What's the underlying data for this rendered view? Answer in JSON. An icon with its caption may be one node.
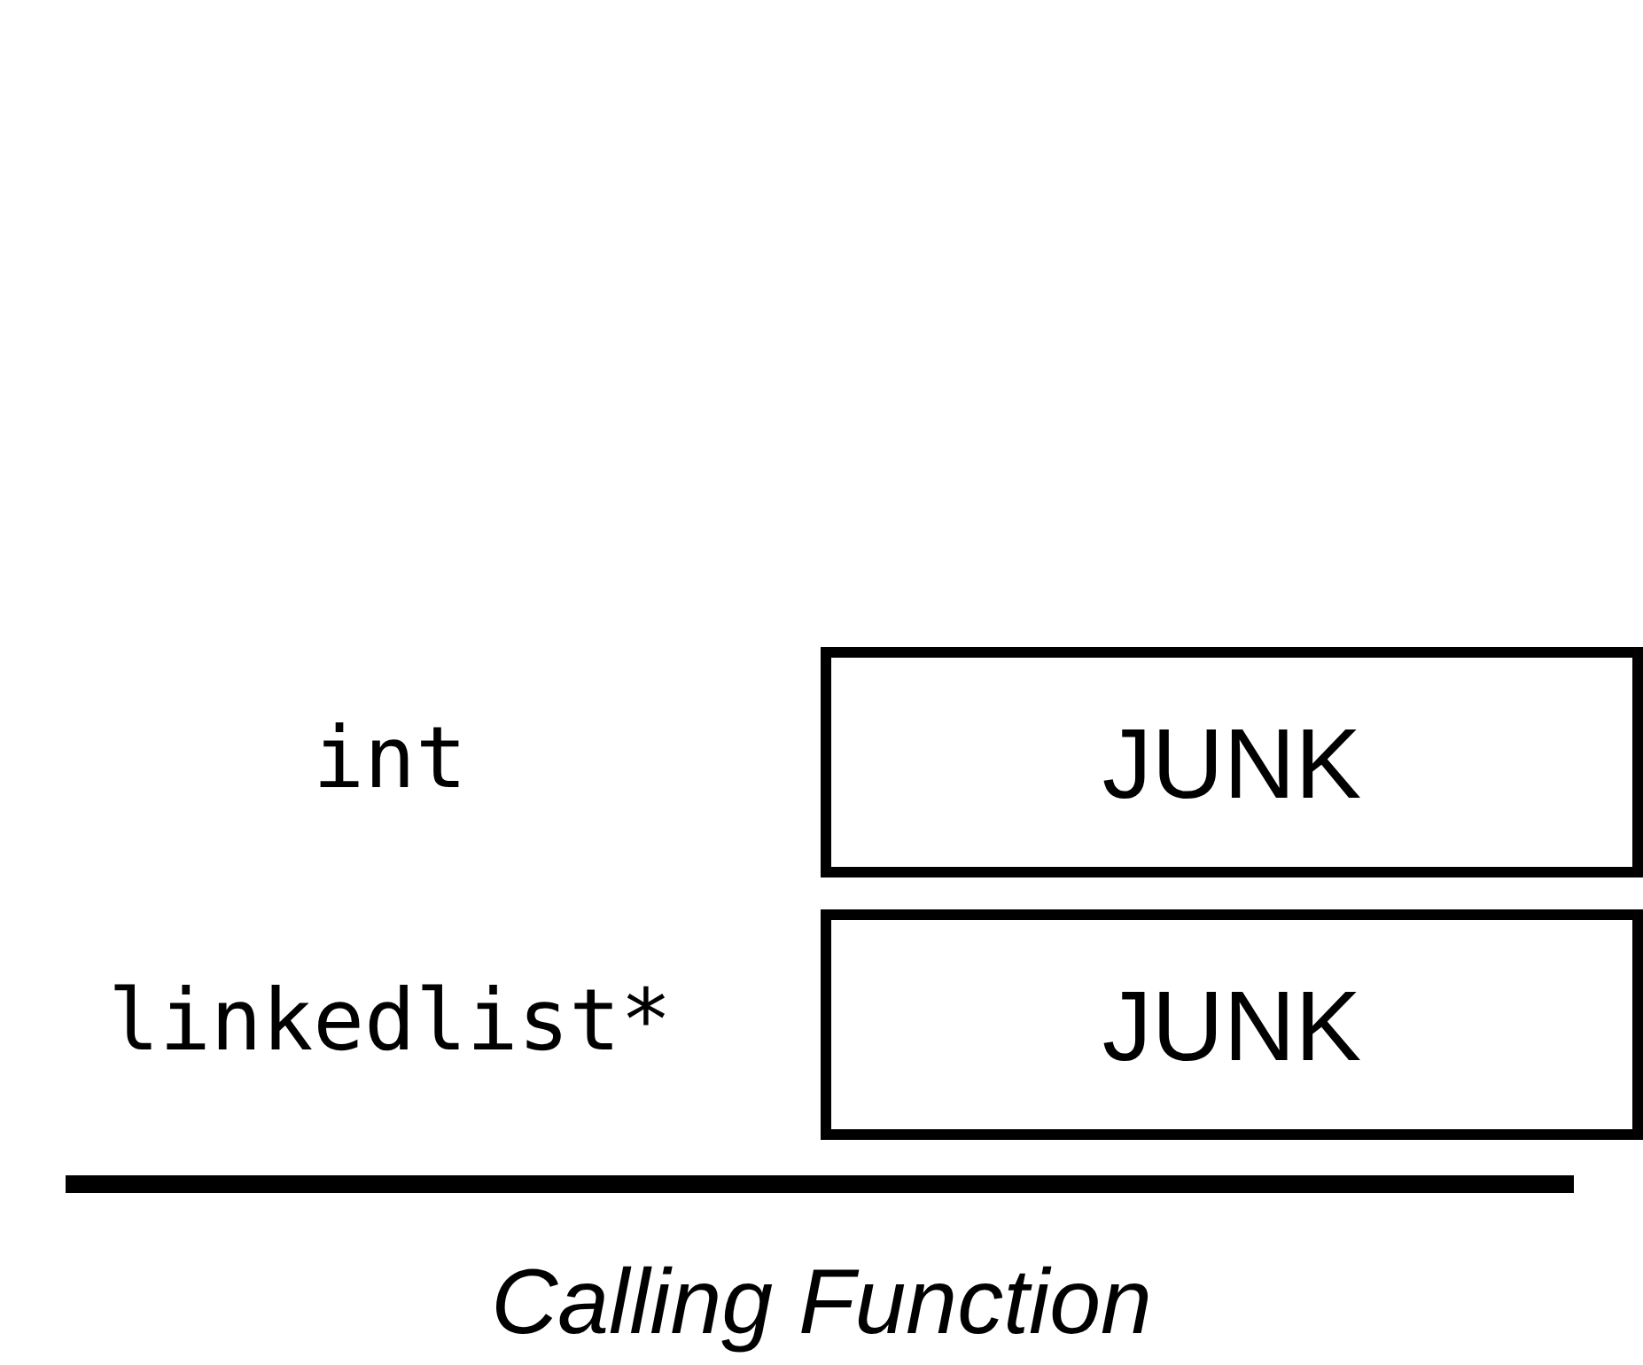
{
  "diagram": {
    "caption": "Calling Function",
    "nodes": [
      {
        "text": [
          "JUNK"
        ]
      },
      {
        "text": [
          "JUNK"
        ]
      }
    ],
    "labels": [
      "int",
      "linkedlist*"
    ]
  }
}
